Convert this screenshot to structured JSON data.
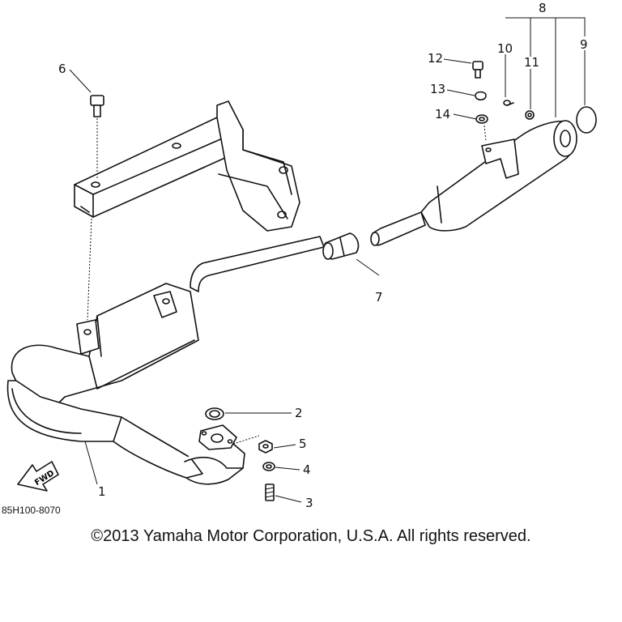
{
  "callouts": {
    "c1": "1",
    "c2": "2",
    "c3": "3",
    "c4": "4",
    "c5": "5",
    "c6": "6",
    "c7": "7",
    "c8": "8",
    "c9": "9",
    "c10": "10",
    "c11": "11",
    "c12": "12",
    "c13": "13",
    "c14": "14"
  },
  "fwd_label": "FWD",
  "part_code": "85H100-8070",
  "copyright": "©2013 Yamaha Motor Corporation, U.S.A. All rights reserved."
}
